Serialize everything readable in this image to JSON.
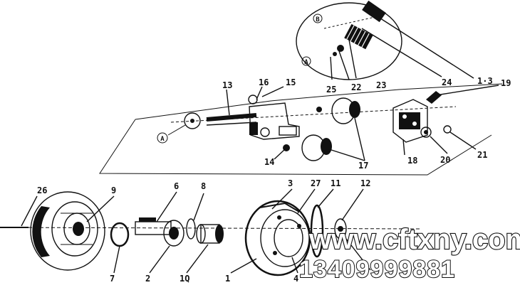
{
  "labels": {
    "l1": "1",
    "l2": "2",
    "l3": "3",
    "l4": "4",
    "l6": "6",
    "l7": "7",
    "l8": "8",
    "l9": "9",
    "l10": "1Q",
    "l11": "11",
    "l12": "12",
    "l13": "13",
    "l13b": "1·3",
    "l14": "14",
    "l15": "15",
    "l16": "16",
    "l17": "17",
    "l18": "18",
    "l19": "19",
    "l20": "20",
    "l21": "21",
    "l22": "22",
    "l23": "23",
    "l24": "24",
    "l25": "25",
    "l26": "26",
    "l27": "27"
  },
  "callouts": {
    "a1": "A",
    "a2": "A",
    "b1": "B"
  },
  "watermark": {
    "site": "www.cftxny.com",
    "phone": "13409999881"
  }
}
